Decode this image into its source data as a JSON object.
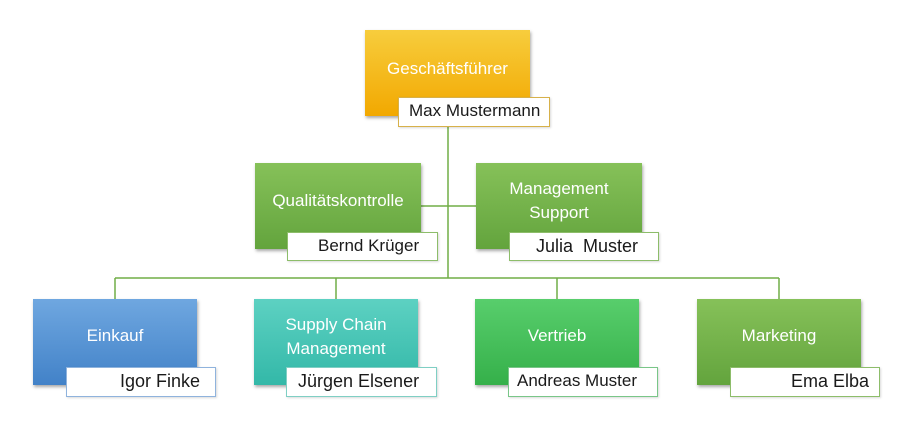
{
  "org_chart": {
    "root": {
      "title": "Geschäftsführer",
      "name": "Max Mustermann"
    },
    "assistants": [
      {
        "title": "Qualitätskontrolle",
        "name": "Bernd Krüger"
      },
      {
        "title": "Management Support",
        "name": "Julia  Muster"
      }
    ],
    "departments": [
      {
        "title": "Einkauf",
        "name": "Igor Finke"
      },
      {
        "title": "Supply Chain Management",
        "name": "Jürgen Elsener"
      },
      {
        "title": "Vertrieb",
        "name": "Andreas Muster"
      },
      {
        "title": "Marketing",
        "name": "Ema Elba"
      }
    ]
  },
  "colors": {
    "root": "#f2b300",
    "assistant": "#70ad47",
    "einkauf": "#4a8bd0",
    "supply_chain": "#3cc2b0",
    "vertrieb": "#3fbd55",
    "marketing": "#70ad47",
    "connector": "#70ad47"
  }
}
